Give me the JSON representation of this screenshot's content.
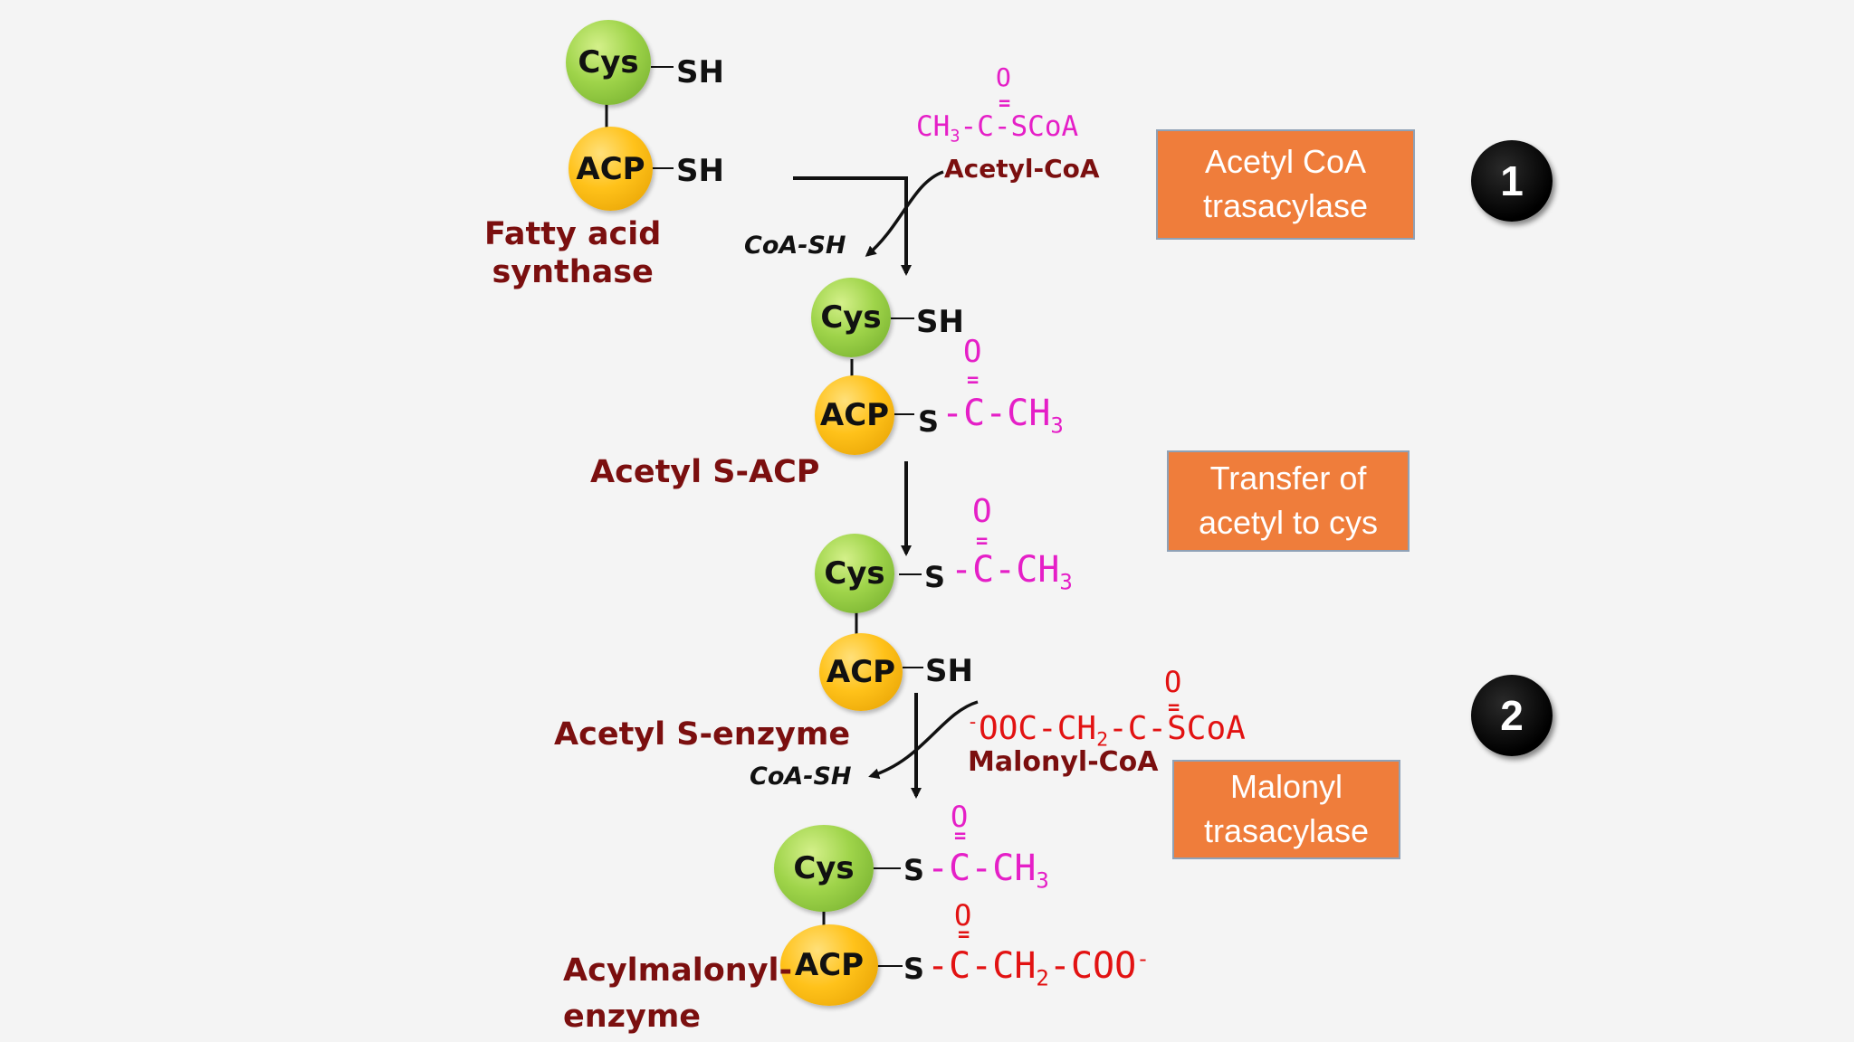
{
  "colors": {
    "cys": "#9fd44a",
    "acp": "#ffc21a",
    "enzyme_box": "#ef7d3b",
    "label_dark_red": "#7b0f0f",
    "acetyl_magenta": "#e51fc7",
    "malonyl_red": "#e21212"
  },
  "labels": {
    "cys": "Cys",
    "acp": "ACP",
    "sh": "SH",
    "s": "S",
    "o": "O",
    "coa_sh": "CoA-SH"
  },
  "names": {
    "fatty_acid_synthase": "Fatty acid\nsynthase",
    "acetyl_s_acp": "Acetyl S-ACP",
    "acetyl_s_enzyme": "Acetyl S-enzyme",
    "acylmalonyl_enzyme": "Acylmalonyl-\nenzyme"
  },
  "reagents": {
    "acetyl_coa_formula_left": "CH",
    "acetyl_coa_formula_sub": "3",
    "acetyl_coa_formula_right": "-C-SCoA",
    "acetyl_coa_name": "Acetyl-CoA",
    "malonyl_coa_charge": "-",
    "malonyl_coa_formula_a": "OOC-CH",
    "malonyl_coa_formula_sub": "2",
    "malonyl_coa_formula_b": "-C-SCoA",
    "malonyl_coa_name": "Malonyl-CoA"
  },
  "groups": {
    "acetyl_tail": "-C-CH",
    "acetyl_sub": "3",
    "malonyl_tail_a": "-C-CH",
    "malonyl_tail_sub": "2",
    "malonyl_tail_b": "-COO",
    "malonyl_tail_charge": "-"
  },
  "enzymes": [
    {
      "label": "Acetyl CoA\ntrasacylase"
    },
    {
      "label": "Transfer of\nacetyl to cys"
    },
    {
      "label": "Malonyl\ntrasacylase"
    }
  ],
  "steps": [
    "1",
    "2"
  ]
}
